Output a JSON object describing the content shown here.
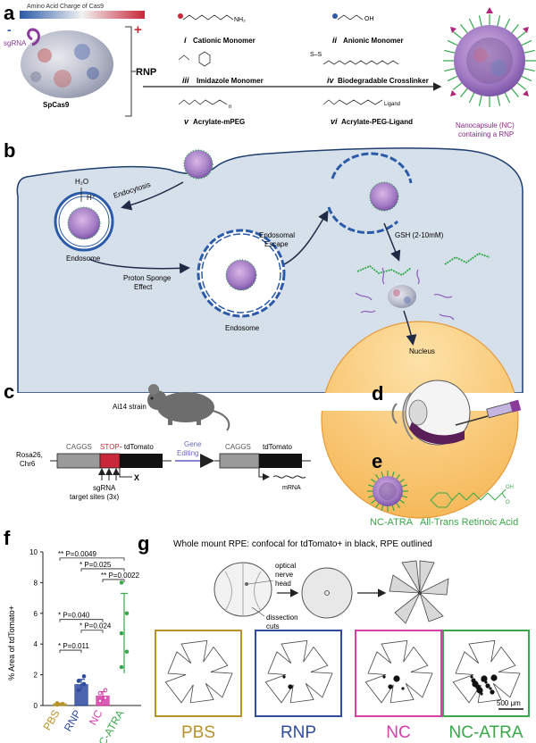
{
  "panels": {
    "a": "a",
    "b": "b",
    "c": "c",
    "d": "d",
    "e": "e",
    "f": "f",
    "g": "g"
  },
  "a": {
    "charge_label": "Amino Acid Charge of Cas9",
    "minus": "-",
    "plus": "+",
    "sgrna": "sgRNA",
    "spcas9": "SpCas9",
    "rnp": "RNP",
    "monomers": [
      {
        "num": "i",
        "name": "Cationic Monomer"
      },
      {
        "num": "ii",
        "name": "Anionic Monomer"
      },
      {
        "num": "iii",
        "name": "Imidazole Monomer"
      },
      {
        "num": "iv",
        "name": "Biodegradable Crosslinker"
      },
      {
        "num": "v",
        "name": "Acrylate-mPEG"
      },
      {
        "num": "vi",
        "name": "Acrylate-PEG-Ligand"
      }
    ],
    "chem": {
      "nh2": "NH₂",
      "oh": "OH",
      "o": "O",
      "h": "H",
      "n": "N",
      "s": "S",
      "ss": "S–S",
      "ligand": "Ligand",
      "n_sub": "n"
    },
    "nc_caption": [
      "Nanocapsule (NC)",
      "containing a RNP"
    ]
  },
  "b": {
    "h2o": "H₂O",
    "hplus": "H⁺",
    "endocytosis": "Endocytosis",
    "endosome1": "Endosome",
    "endosome2": "Endosome",
    "proton": [
      "Proton Sponge",
      "Effect"
    ],
    "escape": [
      "Endosomal",
      "Escape"
    ],
    "gsh": "GSH (2-10mM)",
    "nucleus": "Nucleus"
  },
  "c": {
    "strain": "Ai14 strain",
    "locus": [
      "Rosa26,",
      "Chr6"
    ],
    "caggs1": "CAGGS",
    "stop": "STOP",
    "tdtomato1": "- tdTomato",
    "gene_editing": [
      "Gene",
      "Editing"
    ],
    "caggs2": "CAGGS",
    "tdtomato2": "tdTomato",
    "sgrna_sites": [
      "sgRNA",
      "target sites (3x)"
    ],
    "mrna": "mRNA"
  },
  "e": {
    "nc_atra": "NC-ATRA",
    "atra": "All-Trans Retinoic Acid",
    "oh": "OH",
    "o": "O"
  },
  "f": {
    "ylabel": "% Area of tdTomato+",
    "yticks": [
      "0",
      "2",
      "4",
      "6",
      "8",
      "10"
    ],
    "categories": [
      "PBS",
      "RNP",
      "NC",
      "NC-ATRA"
    ],
    "colors": [
      "#b8922a",
      "#2e4b9e",
      "#d63fa6",
      "#3aa84a"
    ],
    "comparisons": [
      {
        "pair": "PBS vs NC-ATRA",
        "star": "**",
        "p": "P=0.0049"
      },
      {
        "pair": "RNP vs NC-ATRA",
        "star": "*",
        "p": "P=0.025"
      },
      {
        "pair": "NC vs NC-ATRA",
        "star": "**",
        "p": "P=0.0022"
      },
      {
        "pair": "PBS vs NC",
        "star": "*",
        "p": "P=0.040"
      },
      {
        "pair": "RNP vs NC",
        "star": "*",
        "p": "P=0.024"
      },
      {
        "pair": "PBS vs RNP",
        "star": "*",
        "p": "P=0.011"
      }
    ]
  },
  "chart_data": {
    "type": "bar",
    "categories": [
      "PBS",
      "RNP",
      "NC",
      "NC-ATRA"
    ],
    "values": [
      0.1,
      1.35,
      0.6,
      4.7
    ],
    "errors": [
      0.05,
      0.35,
      0.3,
      2.6
    ],
    "points": [
      [
        0.05,
        0.1,
        0.15
      ],
      [
        1.0,
        1.4,
        1.6,
        1.9
      ],
      [
        0.3,
        0.5,
        0.8,
        1.0
      ],
      [
        2.5,
        3.5,
        4.7,
        6.0,
        8.0
      ]
    ],
    "ylabel": "% Area of tdTomato+",
    "ylim": [
      0,
      10
    ]
  },
  "g": {
    "title": "Whole mount RPE: confocal for tdTomato+ in black, RPE outlined",
    "optic": [
      "optical",
      "nerve",
      "head"
    ],
    "dissection": [
      "dissection",
      "cuts"
    ],
    "labels": [
      "PBS",
      "RNP",
      "NC",
      "NC-ATRA"
    ],
    "colors": [
      "#b8922a",
      "#2e4b9e",
      "#d63fa6",
      "#3aa84a"
    ],
    "scale": "500 μm"
  }
}
